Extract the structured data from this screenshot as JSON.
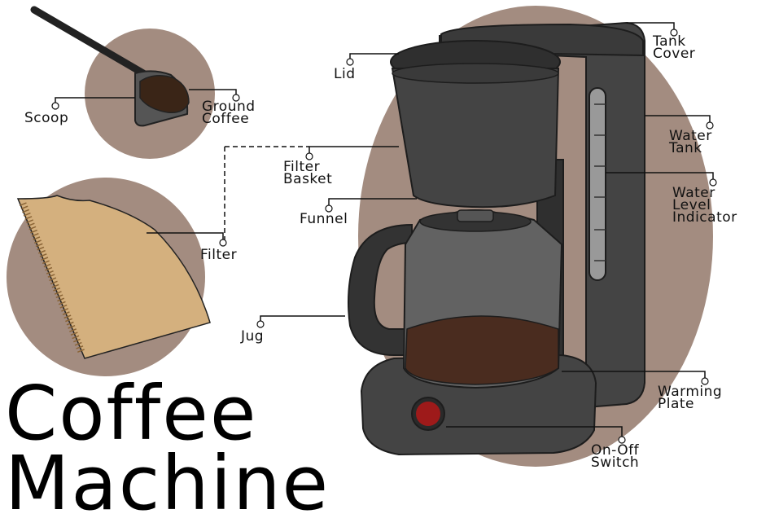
{
  "title": {
    "line1": "Coffee",
    "line2": "Machine"
  },
  "labels": {
    "lid": "Lid",
    "tank_cover": "Tank\nCover",
    "scoop": "Scoop",
    "ground_coffee": "Ground\nCoffee",
    "filter_basket": "Filter\nBasket",
    "water_tank": "Water\nTank",
    "water_level_indicator": "Water\nLevel\nIndicator",
    "funnel": "Funnel",
    "filter": "Filter",
    "jug": "Jug",
    "warming_plate": "Warming\nPlate",
    "on_off_switch": "On-Off\nSwitch"
  },
  "colors": {
    "background_circle": "#a38c80",
    "machine_body": "#444444",
    "machine_dark": "#2f2f2f",
    "coffee": "#4a2c1f",
    "filter_paper": "#d4b07e",
    "switch": "#9e1a1a",
    "glass": "#626262"
  }
}
